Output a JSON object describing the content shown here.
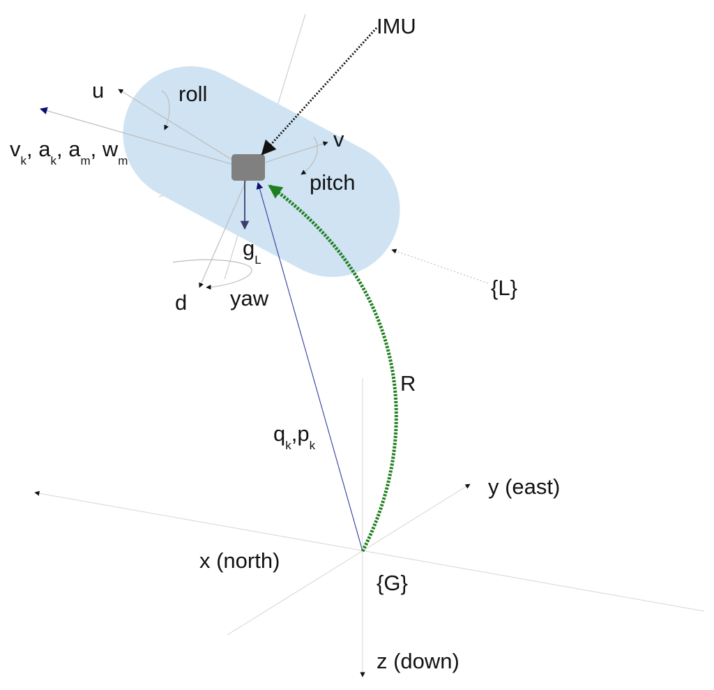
{
  "labels": {
    "imu": "IMU",
    "u": "u",
    "roll": "roll",
    "v": "v",
    "pitch": "pitch",
    "d": "d",
    "yaw": "yaw",
    "g_base": "g",
    "g_sub": "L",
    "local_frame": "{L}",
    "global_frame": "{G}",
    "rotation": "R",
    "x_axis": "x (north)",
    "y_axis": "y (east)",
    "z_axis": "z (down)",
    "vel": {
      "v": "v",
      "v_sub": "k",
      "a1": "a",
      "a1_sub": "k",
      "a2": "a",
      "a2_sub": "m",
      "w": "w",
      "w_sub": "m",
      "sep": ", "
    },
    "pos": {
      "q": "q",
      "q_sub": "k",
      "comma": ",",
      "p": "p",
      "p_sub": "k"
    }
  },
  "colors": {
    "body_fill": "#cfe3f2",
    "imu_box": "#808080",
    "position_vector": "#2e3a9e",
    "gravity": "#3a3d6e",
    "rotation_arc": "#1f7f1f",
    "forward_arrowhead": "#0a1070",
    "imu_pointer": "#111111"
  }
}
